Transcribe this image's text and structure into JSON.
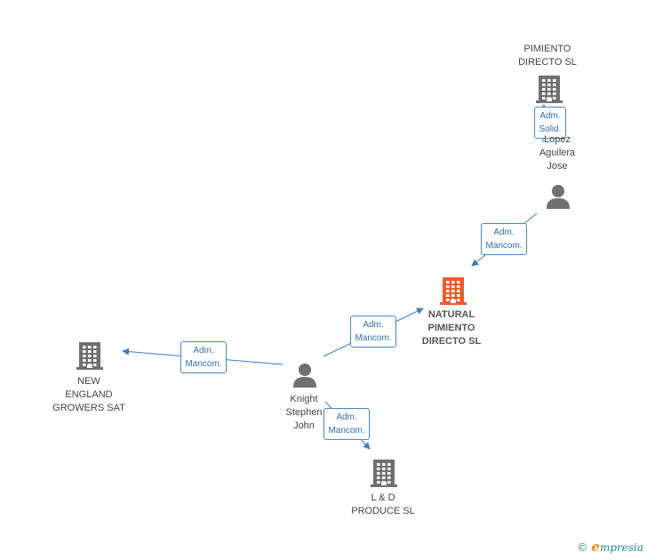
{
  "nodes": [
    {
      "id": "pimiento",
      "kind": "company",
      "label": "PIMIENTO\nDIRECTO  SL",
      "color": "#707070"
    },
    {
      "id": "lopez",
      "kind": "person",
      "label": "Lopez\nAguilera\nJose",
      "color": "#707070"
    },
    {
      "id": "natural",
      "kind": "company",
      "label": "NATURAL\nPIMIENTO\nDIRECTO SL",
      "color": "#f05a2a",
      "main": true
    },
    {
      "id": "knight",
      "kind": "person",
      "label": "Knight\nStephen\nJohn",
      "color": "#707070"
    },
    {
      "id": "newengland",
      "kind": "company",
      "label": "NEW\nENGLAND\nGROWERS SAT",
      "color": "#707070"
    },
    {
      "id": "ld",
      "kind": "company",
      "label": "L & D\nPRODUCE  SL",
      "color": "#707070"
    }
  ],
  "edges": [
    {
      "from": "lopez",
      "to": "pimiento",
      "label": "Adm.\nSolid."
    },
    {
      "from": "lopez",
      "to": "natural",
      "label": "Adm.\nMancom."
    },
    {
      "from": "knight",
      "to": "natural",
      "label": "Adm.\nMancom."
    },
    {
      "from": "knight",
      "to": "newengland",
      "label": "Adm.\nMancom."
    },
    {
      "from": "knight",
      "to": "ld",
      "label": "Adm.\nMancom."
    }
  ],
  "footer": {
    "copyright": "©",
    "brand_first": "e",
    "brand_rest": "mpresia"
  }
}
